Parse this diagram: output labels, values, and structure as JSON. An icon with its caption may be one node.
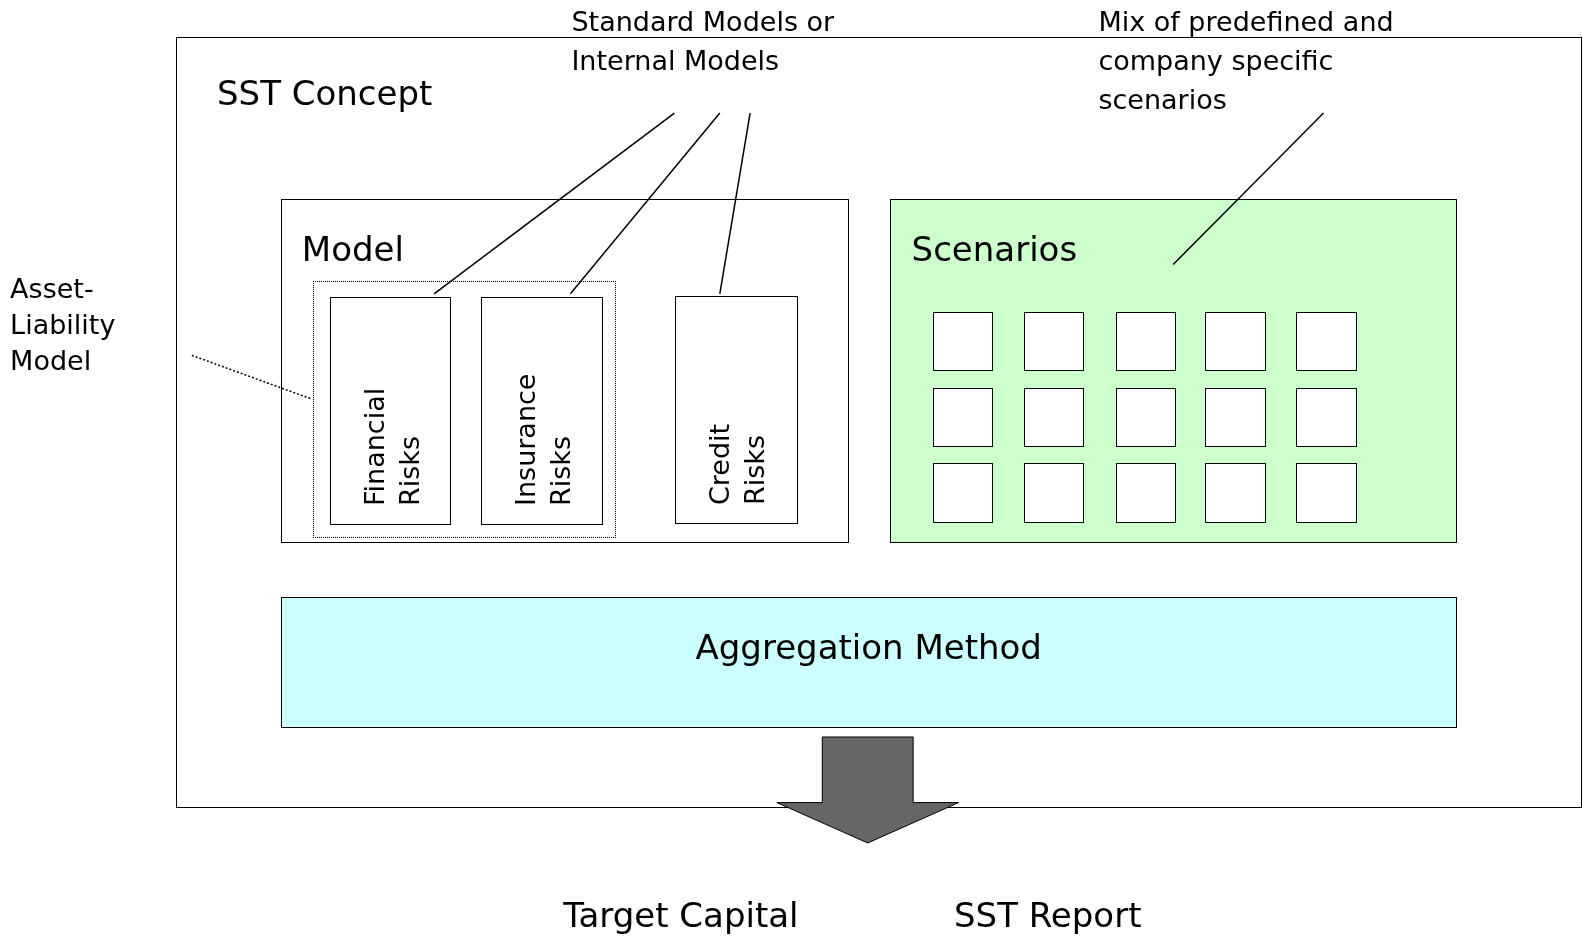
{
  "diagram": {
    "nodes": [
      {
        "text": [
          "SST Concept"
        ]
      },
      {
        "text": [
          "Model"
        ],
        "in": 0
      },
      {
        "text": [],
        "shape": "box",
        "in": 1
      },
      {
        "text": [
          "Financial Risks"
        ],
        "in": 2
      },
      {
        "text": [
          "Insurance Risks"
        ],
        "in": 2
      },
      {
        "text": [
          "Credit Risks"
        ],
        "in": 1
      },
      {
        "text": [
          "Scenarios"
        ],
        "in": 0
      },
      {
        "text": [],
        "shape": "box",
        "in": 6
      },
      {
        "text": [],
        "shape": "box",
        "in": 6
      },
      {
        "text": [],
        "shape": "box",
        "in": 6
      },
      {
        "text": [],
        "shape": "box",
        "in": 6
      },
      {
        "text": [],
        "shape": "box",
        "in": 6
      },
      {
        "text": [],
        "shape": "box",
        "in": 6
      },
      {
        "text": [],
        "shape": "box",
        "in": 6
      },
      {
        "text": [],
        "shape": "box",
        "in": 6
      },
      {
        "text": [],
        "shape": "box",
        "in": 6
      },
      {
        "text": [],
        "shape": "box",
        "in": 6
      },
      {
        "text": [],
        "shape": "box",
        "in": 6
      },
      {
        "text": [],
        "shape": "box",
        "in": 6
      },
      {
        "text": [],
        "shape": "box",
        "in": 6
      },
      {
        "text": [],
        "shape": "box",
        "in": 6
      },
      {
        "text": [],
        "shape": "box",
        "in": 6
      },
      {
        "text": [
          "Aggregation Method"
        ],
        "in": 0
      },
      {
        "text": [
          "Standard Models or Internal Models"
        ]
      },
      {
        "text": [
          "Mix of predefined and company specific scenarios"
        ]
      },
      {
        "text": [
          "Asset-Liability Model"
        ]
      }
    ],
    "edges": [
      {
        "from": 23,
        "to": 3,
        "arrow": "none"
      },
      {
        "from": 23,
        "to": 4,
        "arrow": "none"
      },
      {
        "from": 23,
        "to": 5,
        "arrow": "none"
      },
      {
        "from": 24,
        "to": 6,
        "arrow": "none"
      },
      {
        "from": 25,
        "to": 2,
        "arrow": "none",
        "style": "dashed"
      },
      {
        "from": 22,
        "to": null,
        "arrow": "to",
        "style": "thick",
        "color": "#666666"
      }
    ],
    "labels": [
      "Target Capital",
      "SST Report"
    ]
  }
}
